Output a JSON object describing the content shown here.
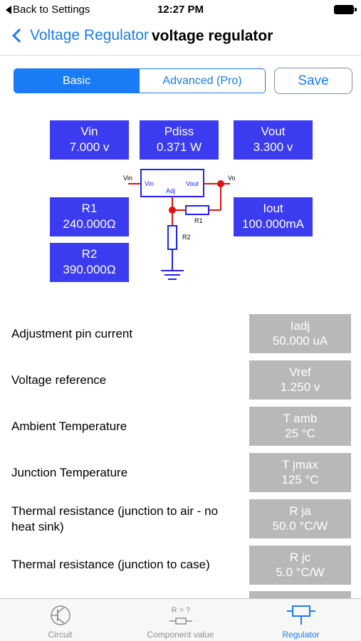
{
  "status_bar": {
    "back_label": "Back to Settings",
    "time": "12:27 PM"
  },
  "nav": {
    "back_label": "Voltage Regulator",
    "title": "voltage regulator"
  },
  "segments": {
    "basic": "Basic",
    "advanced": "Advanced (Pro)"
  },
  "save_label": "Save",
  "top_values": {
    "vin": {
      "label": "Vin",
      "value": "7.000 v"
    },
    "pdiss": {
      "label": "Pdiss",
      "value": "0.371 W"
    },
    "vout": {
      "label": "Vout",
      "value": "3.300 v"
    },
    "r1": {
      "label": "R1",
      "value": "240.000Ω"
    },
    "iout": {
      "label": "Iout",
      "value": "100.000mA"
    },
    "r2": {
      "label": "R2",
      "value": "390.000Ω"
    }
  },
  "circuit_labels": {
    "vin": "Vin",
    "vo": "Vo",
    "chip_vin": "Vin",
    "chip_vout": "Vout",
    "chip_adj": "Adj",
    "r1": "R1",
    "r2": "R2"
  },
  "params": [
    {
      "label": "Adjustment pin current",
      "name": "Iadj",
      "value": "50.000 uA"
    },
    {
      "label": "Voltage reference",
      "name": "Vref",
      "value": "1.250 v"
    },
    {
      "label": "Ambient Temperature",
      "name": "T amb",
      "value": "25 °C"
    },
    {
      "label": "Junction Temperature",
      "name": "T jmax",
      "value": "125 °C"
    },
    {
      "label": "Thermal resistance (junction to air - no heat sink)",
      "name": "R ja",
      "value": "50.0 °C/W"
    },
    {
      "label": "Thermal resistance (junction to case)",
      "name": "R jc",
      "value": "5.0 °C/W"
    }
  ],
  "tabs": {
    "circuit": "Circuit",
    "component": "Component value",
    "component_icon_text": "R = ?",
    "regulator": "Regulator"
  },
  "colors": {
    "accent": "#1a7cf5",
    "value_box": "#3b3bf0",
    "param_box": "#b8b8b8",
    "wire": "#2020ff",
    "node": "#e01010"
  }
}
